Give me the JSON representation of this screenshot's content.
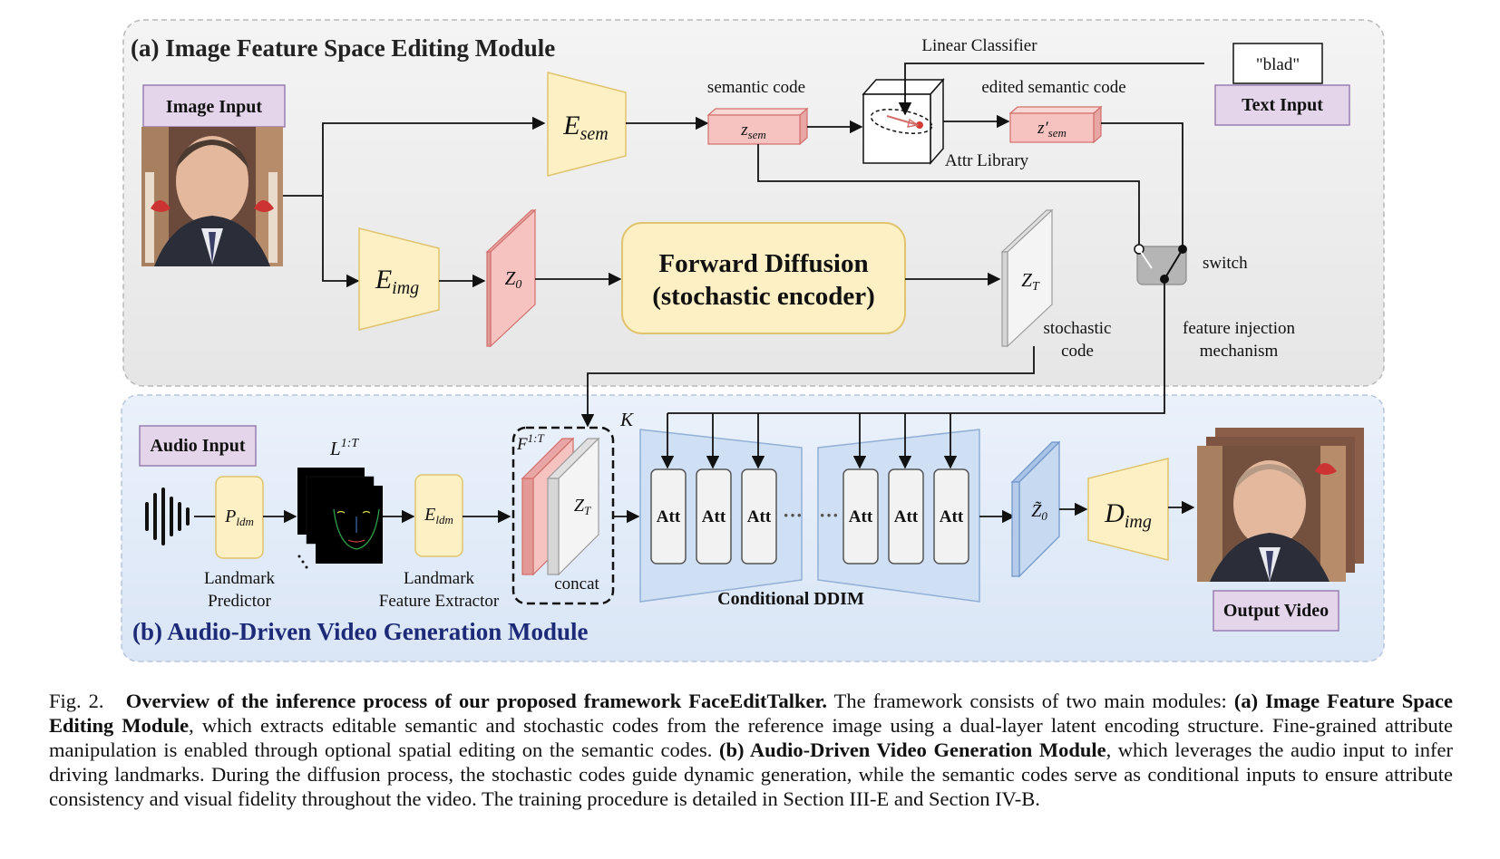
{
  "diagram": {
    "module_a": {
      "title": "(a) Image Feature Space Editing Module",
      "image_input_label": "Image Input",
      "text_input_label": "Text Input",
      "text_input_value": "\"blad\"",
      "e_sem": "E",
      "e_sem_sub": "sem",
      "semantic_code_label": "semantic code",
      "z_sem": "z",
      "z_sem_sub": "sem",
      "linear_classifier_label": "Linear Classifier",
      "attr_library_label": "Attr Library",
      "edited_semantic_code_label": "edited semantic code",
      "z_sem_edited": "z′",
      "z_sem_edited_sub": "sem",
      "e_img": "E",
      "e_img_sub": "img",
      "z0": "Z",
      "z0_sub": "0",
      "forward_diffusion_line1": "Forward Diffusion",
      "forward_diffusion_line2": "(stochastic encoder)",
      "zt": "Z",
      "zt_sub": "T",
      "stochastic_code_line1": "stochastic",
      "stochastic_code_line2": "code",
      "switch_label": "switch",
      "feature_injection_line1": "feature injection",
      "feature_injection_line2": "mechanism"
    },
    "module_b": {
      "title": "(b) Audio-Driven Video Generation Module",
      "audio_input_label": "Audio Input",
      "p_ldm": "P",
      "p_ldm_sub": "ldm",
      "landmark_predictor_line1": "Landmark",
      "landmark_predictor_line2": "Predictor",
      "l_label": "L",
      "l_sup": "1:T",
      "e_ldm": "E",
      "e_ldm_sub": "ldm",
      "landmark_extractor_line1": "Landmark",
      "landmark_extractor_line2": "Feature Extractor",
      "f_label": "F",
      "f_sup": "1:T",
      "zt": "Z",
      "zt_sub": "T",
      "concat_label": "concat",
      "k_label": "K",
      "att_label": "Att",
      "ellipsis": "···",
      "conditional_ddim_label": "Conditional DDIM",
      "z0_tilde": "Z̃",
      "z0_tilde_sub": "0",
      "d_img": "D",
      "d_img_sub": "img",
      "output_video_label": "Output Video"
    }
  },
  "caption": {
    "fig_label": "Fig. 2.",
    "title": "Overview of the inference process of our proposed framework FaceEditTalker.",
    "text1": " The framework consists of two main modules: ",
    "bold1": "(a) Image Feature Space Editing Module",
    "text2": ", which extracts editable semantic and stochastic codes from the reference image using a dual-layer latent encoding structure. Fine-grained attribute manipulation is enabled through optional spatial editing on the semantic codes. ",
    "bold2": "(b) Audio-Driven Video Generation Module",
    "text3": ", which leverages the audio input to infer driving landmarks. During the diffusion process, the stochastic codes guide dynamic generation, while the semantic codes serve as conditional inputs to ensure attribute consistency and visual fidelity throughout the video. The training procedure is detailed in Section III-E and Section IV-B."
  },
  "colors": {
    "module_a_bg": "#efefef",
    "module_b_bg": "#e3ecf8",
    "yellow_block": "#fdf0c4",
    "pink_block": "#f6c3c1",
    "blue_block": "#c7d9f0",
    "label_purple": "#e4d5ea",
    "module_b_title": "#1c2a78"
  }
}
